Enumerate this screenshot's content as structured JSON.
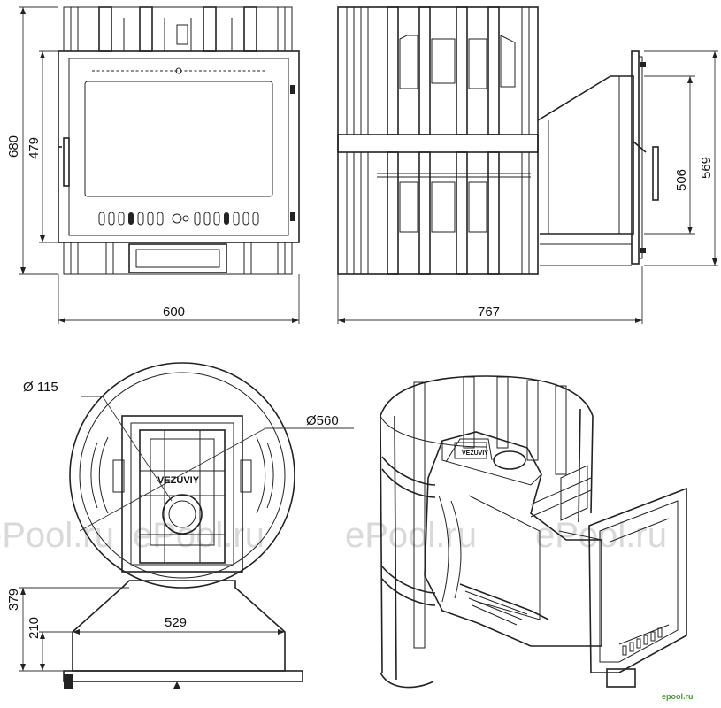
{
  "dimensions": {
    "front_height_total": "680",
    "front_height_door": "479",
    "front_width": "600",
    "side_depth": "767",
    "side_tunnel_height": "506",
    "side_tunnel_frame_height": "569",
    "chimney_diameter": "Ø 115",
    "body_diameter": "Ø560",
    "top_view_depth": "379",
    "top_view_tunnel_depth": "210",
    "top_view_tunnel_width": "529"
  },
  "brand_mark": "VEZUVIY",
  "watermark": "ePool.ru",
  "site_logo": "epool.ru"
}
